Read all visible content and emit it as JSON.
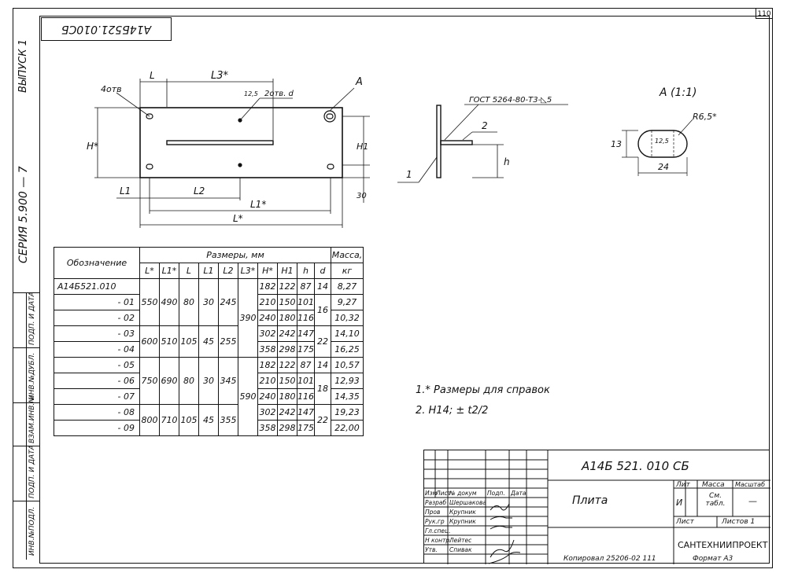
{
  "page_number": "110",
  "drawing_code_rotated": "А14Б521.010СБ",
  "left_margin": {
    "release": "ВЫПУСК 1",
    "series": "СЕРИЯ  5.900 — 7",
    "strip_labels": [
      "ИНВ.№ПОДЛ.",
      "ПОДП. И ДАТА",
      "ВЗАМ.ИНВ.№",
      "ИНВ.№ДУБЛ.",
      "ПОДП. И ДАТА"
    ]
  },
  "plan_view": {
    "labels": {
      "holes_4": "4отв",
      "holes_2": "2отв. d",
      "L": "L",
      "L3": "L3*",
      "r125": "12,5",
      "A": "А",
      "H": "H*",
      "H1": "H1",
      "dim30": "30",
      "L1": "L1",
      "L2": "L2",
      "L1star": "L1*",
      "Lstar": "L*"
    }
  },
  "side_view": {
    "gost": "ГОСТ 5264-80-Т3-◺5",
    "item1": "1",
    "item2": "2",
    "h": "h"
  },
  "detail_view": {
    "title": "А (1:1)",
    "radius": "R6,5*",
    "dim13": "13",
    "dim125": "12,5",
    "dim24": "24"
  },
  "spec_table": {
    "col_designation": "Обозначение",
    "group_sizes": "Размеры, мм",
    "col_mass": "Масса,",
    "mass_unit": "кг",
    "sub_headers": [
      "L*",
      "L1*",
      "L",
      "L1",
      "L2",
      "L3*",
      "H*",
      "H1",
      "h",
      "d"
    ],
    "rows": [
      {
        "designation": "А14Б521.010",
        "H": "182",
        "H1": "122",
        "h": "87",
        "mass": "8,27"
      },
      {
        "designation": "- 01",
        "H": "210",
        "H1": "150",
        "h": "101",
        "mass": "9,27"
      },
      {
        "designation": "- 02",
        "H": "240",
        "H1": "180",
        "h": "116",
        "mass": "10,32"
      },
      {
        "designation": "- 03",
        "H": "302",
        "H1": "242",
        "h": "147",
        "mass": "14,10"
      },
      {
        "designation": "- 04",
        "H": "358",
        "H1": "298",
        "h": "175",
        "mass": "16,25"
      },
      {
        "designation": "- 05",
        "H": "182",
        "H1": "122",
        "h": "87",
        "mass": "10,57"
      },
      {
        "designation": "- 06",
        "H": "210",
        "H1": "150",
        "h": "101",
        "mass": "12,93"
      },
      {
        "designation": "- 07",
        "H": "240",
        "H1": "180",
        "h": "116",
        "mass": "14,35"
      },
      {
        "designation": "- 08",
        "H": "302",
        "H1": "242",
        "h": "147",
        "mass": "19,23"
      },
      {
        "designation": "- 09",
        "H": "358",
        "H1": "298",
        "h": "175",
        "mass": "22,00"
      }
    ],
    "groups": [
      {
        "Lstar": "550",
        "L1star": "490",
        "L": "80",
        "L1": "30",
        "L2": "245"
      },
      {
        "Lstar": "600",
        "L1star": "510",
        "L": "105",
        "L1": "45",
        "L2": "255"
      },
      {
        "Lstar": "750",
        "L1star": "690",
        "L": "80",
        "L1": "30",
        "L2": "345"
      },
      {
        "Lstar": "800",
        "L1star": "710",
        "L": "105",
        "L1": "45",
        "L2": "355"
      }
    ],
    "L3_values": [
      "390",
      "590"
    ],
    "d_values": [
      "14",
      "16",
      "22",
      "14",
      "18",
      "22"
    ]
  },
  "notes": {
    "note1": "1.* Размеры для справок",
    "note2": "2. H14; ± t2/2"
  },
  "title_block": {
    "code": "А14Б 521. 010 СБ",
    "name": "Плита",
    "org": "САНТЕХНИИПРОЕКТ",
    "hdr": [
      "Изм",
      "Лист",
      "№ докум",
      "Подп.",
      "Дата"
    ],
    "roles": [
      {
        "role": "Разраб",
        "name": "Шершакова"
      },
      {
        "role": "Пров",
        "name": "Крупник"
      },
      {
        "role": "Рук.гр",
        "name": "Крупник"
      },
      {
        "role": "Гл.спец.",
        "name": ""
      },
      {
        "role": "Н контр.",
        "name": "Лейтес"
      },
      {
        "role": "Утв.",
        "name": "Спивак"
      }
    ],
    "lit_label": "Лит",
    "lit_value": "И",
    "mass_label": "Масса",
    "mass_value": "См. табл.",
    "scale_label": "Масштаб",
    "scale_value": "—",
    "sheet_label": "Лист",
    "sheets_label": "Листов 1"
  },
  "footer": {
    "copied": "Копировал  25206-02  111",
    "format": "Формат А3"
  }
}
